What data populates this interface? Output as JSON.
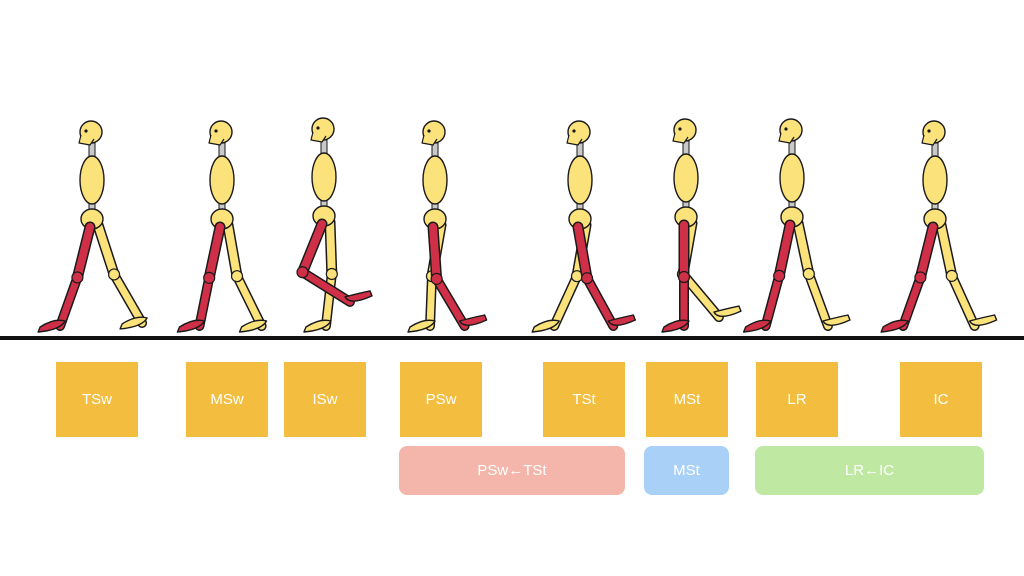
{
  "colors": {
    "bone": "#fbe27a",
    "highlighted_leg": "#cf3047",
    "outline": "#1a1a1a",
    "neck": "#c9c9c9",
    "phase_box": "#f3bd3f",
    "ground": "#111111"
  },
  "phases": [
    {
      "label": "TSw"
    },
    {
      "label": "MSw"
    },
    {
      "label": "ISw"
    },
    {
      "label": "PSw"
    },
    {
      "label": "TSt"
    },
    {
      "label": "MSt"
    },
    {
      "label": "LR"
    },
    {
      "label": "IC"
    }
  ],
  "groups": [
    {
      "label": "PSw←TSt",
      "color": "#f4b6aa"
    },
    {
      "label": "MSt",
      "color": "#a9d1f8"
    },
    {
      "label": "LR←IC",
      "color": "#bfe8a3"
    }
  ]
}
